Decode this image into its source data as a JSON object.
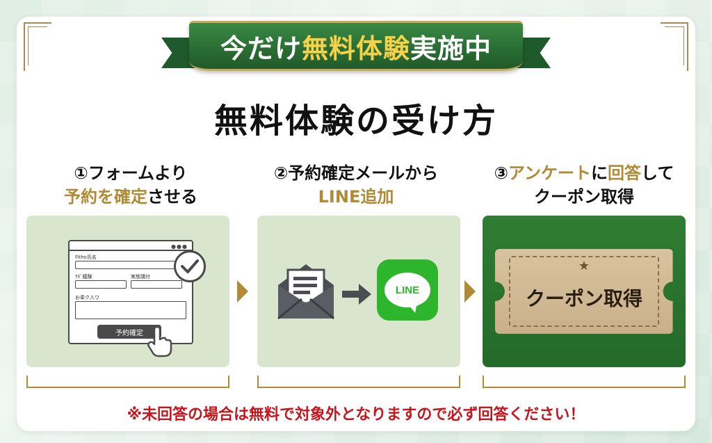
{
  "ribbon": {
    "part1": "今だけ",
    "part2": "無料体験",
    "part3": "実施中"
  },
  "title": "無料体験の受け方",
  "steps": [
    {
      "num": "①",
      "line1_a": "フォームより",
      "line2_gold": "予約を確定",
      "line2_b": "させる"
    },
    {
      "num": "②",
      "line1_a": "予約確定メールから",
      "line2_gold": "LINE追加"
    },
    {
      "num": "③",
      "line1_gold": "アンケート",
      "line1_b": "に",
      "line1_gold2": "回答",
      "line1_c": "して",
      "line2": "クーポン取得"
    }
  ],
  "form": {
    "label1": "Fitho氏名",
    "label2": "ｻﾀﾞ鐵験",
    "label3": "実態講付",
    "label4": "お奉ク入ワ",
    "button": "予約確定",
    "dots": "●●●"
  },
  "line_logo": "LINE",
  "coupon": {
    "text": "クーポン取得"
  },
  "notice": "※未回答の場合は無料で対象外となりますので必ず回答ください！",
  "colors": {
    "green": "#2a6e34",
    "gold": "#b08a34",
    "red": "#c4161c",
    "line_green": "#2db52b"
  }
}
